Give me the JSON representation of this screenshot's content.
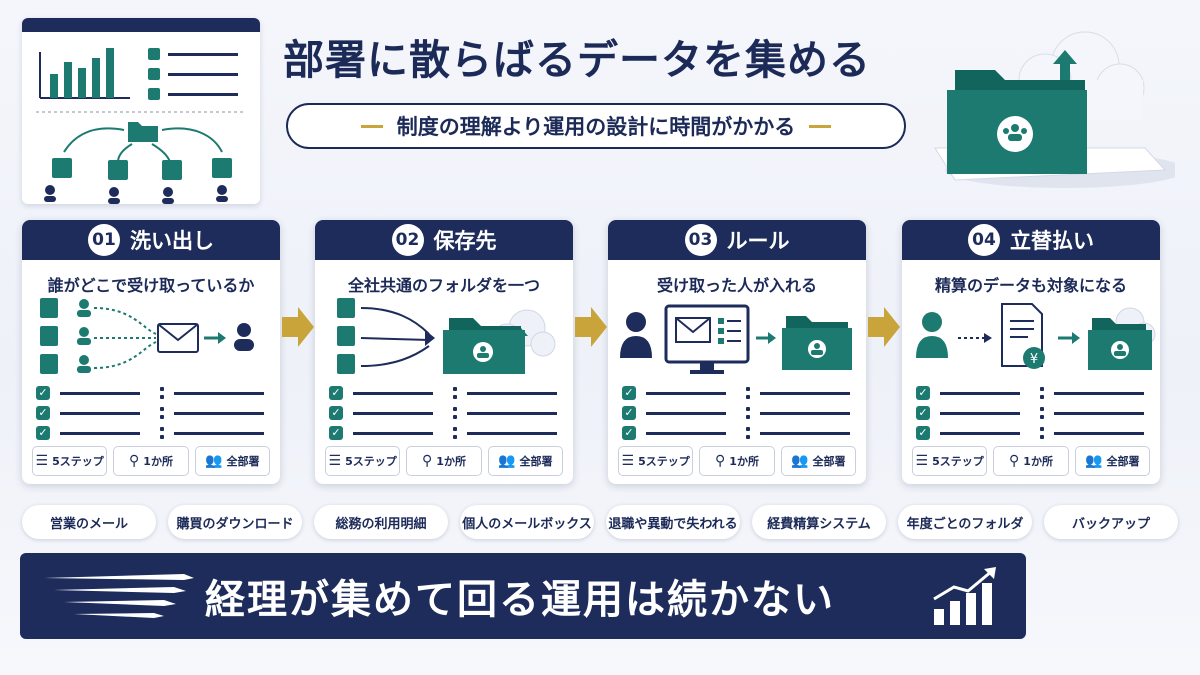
{
  "header": {
    "title": "部署に散らばるデータを集める",
    "subtitle": "制度の理解より運用の設計に時間がかかる"
  },
  "steps": [
    {
      "number": "01",
      "title": "洗い出し",
      "description": "誰がどこで受け取っているか",
      "chips": [
        "5ステップ",
        "1か所",
        "全部署"
      ]
    },
    {
      "number": "02",
      "title": "保存先",
      "description": "全社共通のフォルダを一つ",
      "chips": [
        "5ステップ",
        "1か所",
        "全部署"
      ]
    },
    {
      "number": "03",
      "title": "ルール",
      "description": "受け取った人が入れる",
      "chips": [
        "5ステップ",
        "1か所",
        "全部署"
      ]
    },
    {
      "number": "04",
      "title": "立替払い",
      "description": "精算のデータも対象になる",
      "chips": [
        "5ステップ",
        "1か所",
        "全部署"
      ]
    }
  ],
  "tags": [
    "営業のメール",
    "購買のダウンロード",
    "総務の利用明細",
    "個人のメールボックス",
    "退職や異動で失われる",
    "経費精算システム",
    "年度ごとのフォルダ",
    "バックアップ"
  ],
  "banner": {
    "text": "経理が集めて回る運用は続かない"
  },
  "colors": {
    "navy": "#1d2c5b",
    "teal": "#1c7a70",
    "gold": "#c9a43a"
  }
}
